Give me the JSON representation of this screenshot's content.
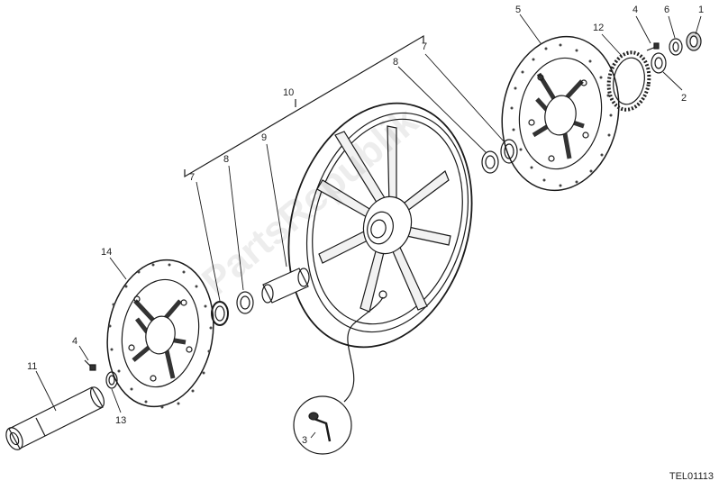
{
  "diagram": {
    "reference_code": "TEL01113",
    "watermark": "PartsRepublik",
    "callouts": {
      "c1": "1",
      "c2": "2",
      "c3": "3",
      "c4a": "4",
      "c4b": "4",
      "c5": "5",
      "c6": "6",
      "c7a": "7",
      "c7b": "7",
      "c8a": "8",
      "c8b": "8",
      "c9": "9",
      "c10": "10",
      "c11": "11",
      "c12": "12",
      "c13": "13",
      "c14": "14"
    }
  }
}
